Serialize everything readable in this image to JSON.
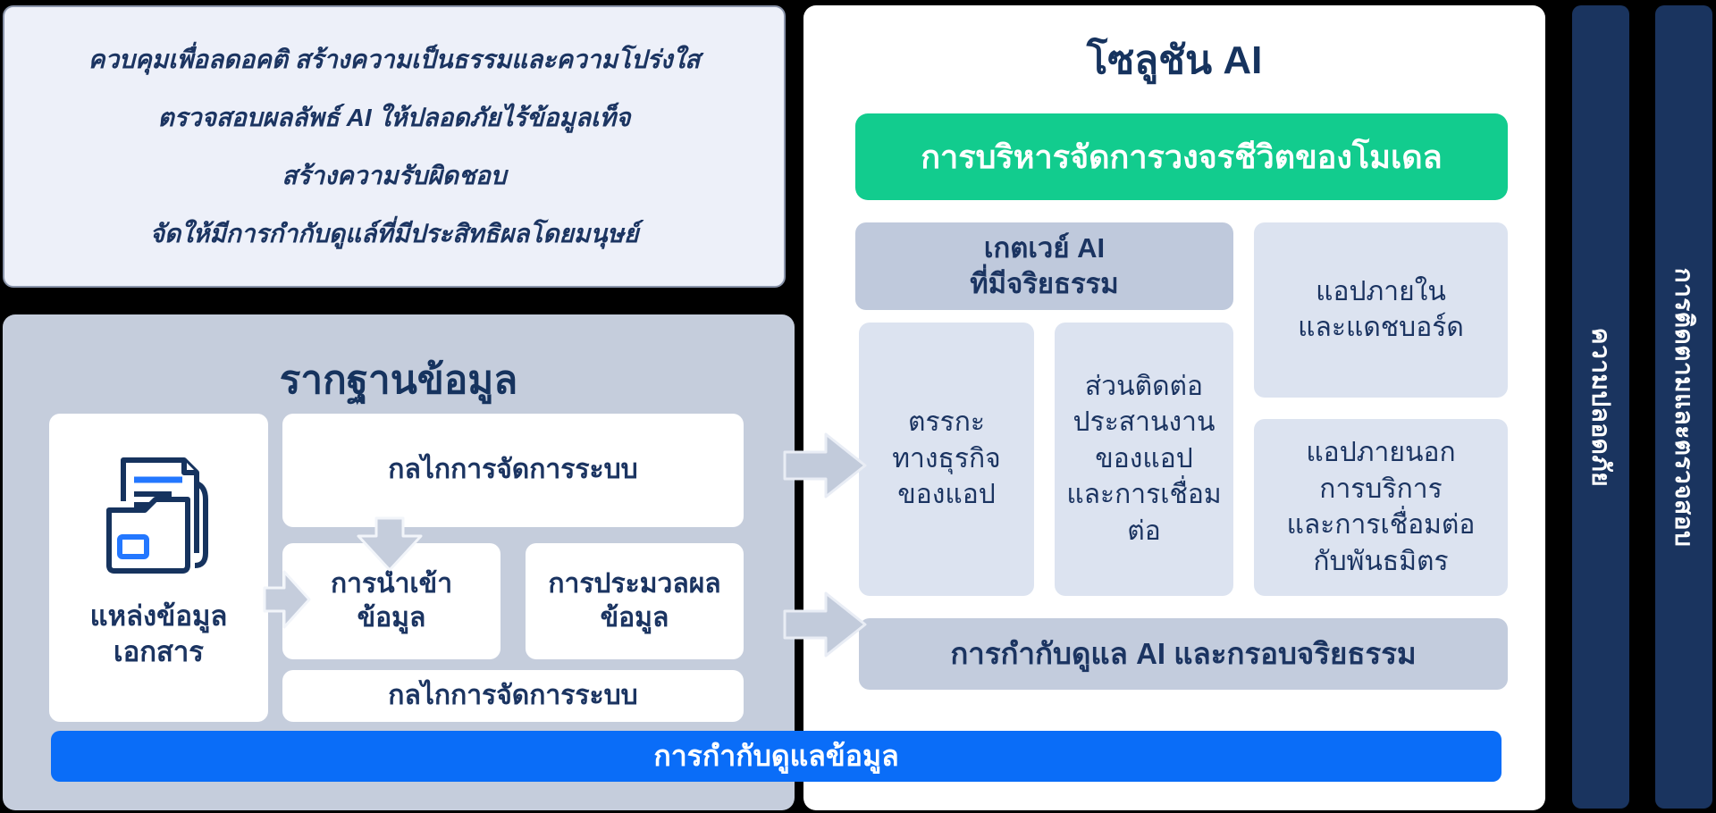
{
  "colors": {
    "background": "#000000",
    "accent_green": "#12CC8E",
    "accent_blue": "#0A6DF8",
    "panel_gray": "#C5CDDC",
    "light_box": "#DCE3F0",
    "mid_gray_box": "#BFC9DC",
    "dark_navy_bar": "#1A345F",
    "text_navy": "#1B3461"
  },
  "principles_box": {
    "lines": [
      "ควบคุมเพื่อลดอคติ สร้างความเป็นธรรมและความโปร่งใส",
      "ตรวจสอบผลลัพธ์ AI ให้ปลอดภัยไร้ข้อมูลเท็จ",
      "สร้างความรับผิดชอบ",
      "จัดให้มีการกำกับดูแล์ที่มีประสิทธิผลโดยมนุษย์"
    ]
  },
  "data_foundation": {
    "title": "รากฐานข้อมูล",
    "document_source": {
      "icon": "documents-folder-icon",
      "lines": [
        "แหล่งข้อมูล",
        "เอกสาร"
      ]
    },
    "system_mechanism_top": "กลไกการจัดการระบบ",
    "data_ingestion": {
      "lines": [
        "การนำเข้า",
        "ข้อมูล"
      ]
    },
    "data_processing": {
      "lines": [
        "การประมวลผล",
        "ข้อมูล"
      ]
    },
    "system_mechanism_bottom": "กลไกการจัดการระบบ",
    "data_governance_bar": "การกำกับดูแลข้อมูล"
  },
  "ai_solution": {
    "title": "โซลูชัน AI",
    "model_lifecycle_bar": "การบริหารจัดการวงจรชีวิตของโมเดล",
    "ethical_gateway": {
      "lines": [
        "เกตเวย์ AI",
        "ที่มีจริยธรรม"
      ]
    },
    "internal_apps": {
      "lines": [
        "แอปภายใน",
        "และแดชบอร์ด"
      ]
    },
    "business_logic": {
      "lines": [
        "ตรรกะ",
        "ทางธุรกิจ",
        "ของแอป"
      ]
    },
    "app_interface": {
      "lines": [
        "ส่วนติดต่อ",
        "ประสานงาน",
        "ของแอป",
        "และการเชื่อมต่อ"
      ]
    },
    "external_apps": {
      "lines": [
        "แอปภายนอก",
        "การบริการ",
        "และการเชื่อมต่อ",
        "กับพันธมิตร"
      ]
    },
    "ai_governance_bar": "การกำกับดูแล AI และกรอบจริยธรรม"
  },
  "side_bars": {
    "security": "ความปลอดภัย",
    "monitoring": "การติดตามและตรวจสอบ"
  }
}
